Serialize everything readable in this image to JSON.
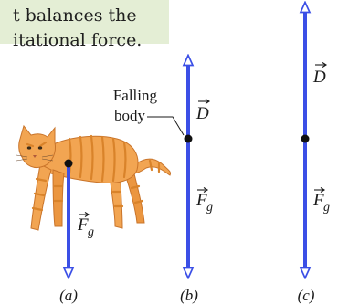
{
  "callout": {
    "line1": "t balances the",
    "line2": "itational force."
  },
  "body_label": {
    "line1": "Falling",
    "line2": "body"
  },
  "vectors": {
    "drag": "D",
    "gravity": "F",
    "gravity_subscript": "g"
  },
  "panels": {
    "a": "(a)",
    "b": "(b)",
    "c": "(c)"
  },
  "colors": {
    "arrow": "#3b4fe6",
    "callout_bg": "#e4eed5",
    "cat_fur": "#f2a552",
    "cat_stripes": "#d9832a"
  }
}
